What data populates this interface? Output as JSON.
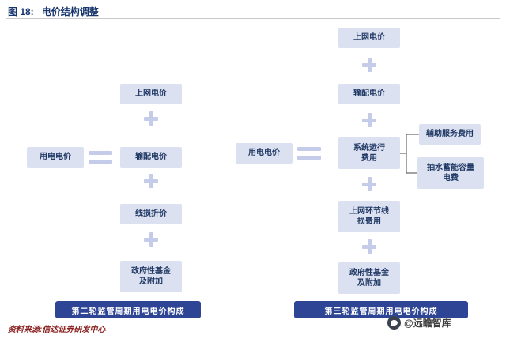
{
  "header": {
    "figure_label": "图 18:",
    "figure_title": "电价结构调整"
  },
  "left": {
    "result": "用电电价",
    "items": [
      "上网电价",
      "输配电价",
      "线损折价",
      "政府性基金\n及附加"
    ],
    "caption": "第二轮监管周期用电电价构成"
  },
  "right": {
    "result": "用电电价",
    "items": [
      "上网电价",
      "输配电价",
      "系统运行\n费用",
      "上网环节线\n损费用",
      "政府性基金\n及附加"
    ],
    "branches": [
      "辅助服务费用",
      "抽水蓄能容量\n电费"
    ],
    "caption": "第三轮监管周期用电电价构成"
  },
  "footer": {
    "source": "资料来源:信达证券研发中心",
    "watermark": "@远瞻智库"
  },
  "colors": {
    "box_bg": "#dce1f1",
    "box_text": "#1f3864",
    "banner_bg": "#2e4596",
    "banner_text": "#ffffff",
    "connector": "#c5cce9",
    "title": "#16356c",
    "source": "#8b2020",
    "divider": "#c9c9c9",
    "watermark_text": "#3f3f3f",
    "bracket": "#4a4a4a"
  }
}
